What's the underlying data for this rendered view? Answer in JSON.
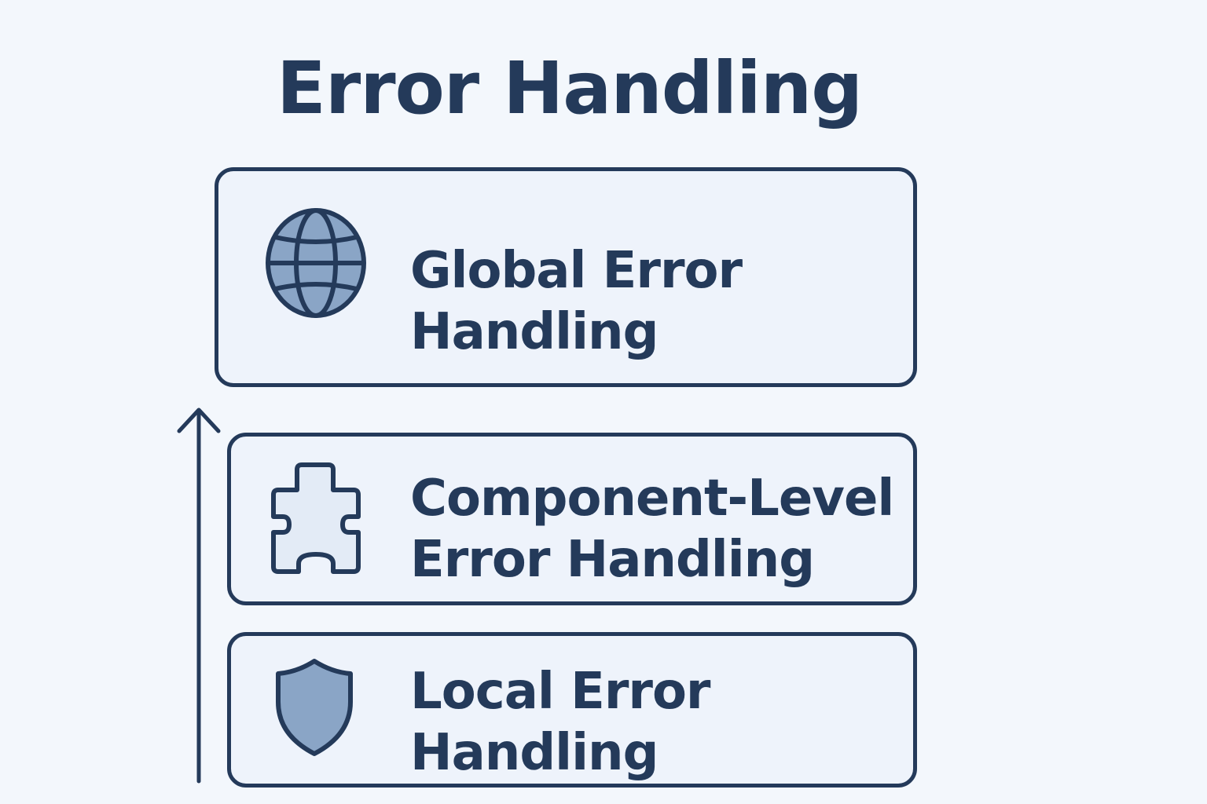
{
  "title": "Error Handling",
  "layers": [
    {
      "line1": "Global Error",
      "line2": "Handling",
      "icon": "globe-icon"
    },
    {
      "line1": "Component-Level",
      "line2": "Error Handling",
      "icon": "puzzle-piece-icon"
    },
    {
      "line1": "Local Error",
      "line2": "Handling",
      "icon": "shield-icon"
    }
  ],
  "colors": {
    "background": "#f3f7fc",
    "card": "#eef3fb",
    "stroke": "#243a5a",
    "icon_fill": "#8aa5c6",
    "puzzle_fill": "#e3ebf6"
  }
}
